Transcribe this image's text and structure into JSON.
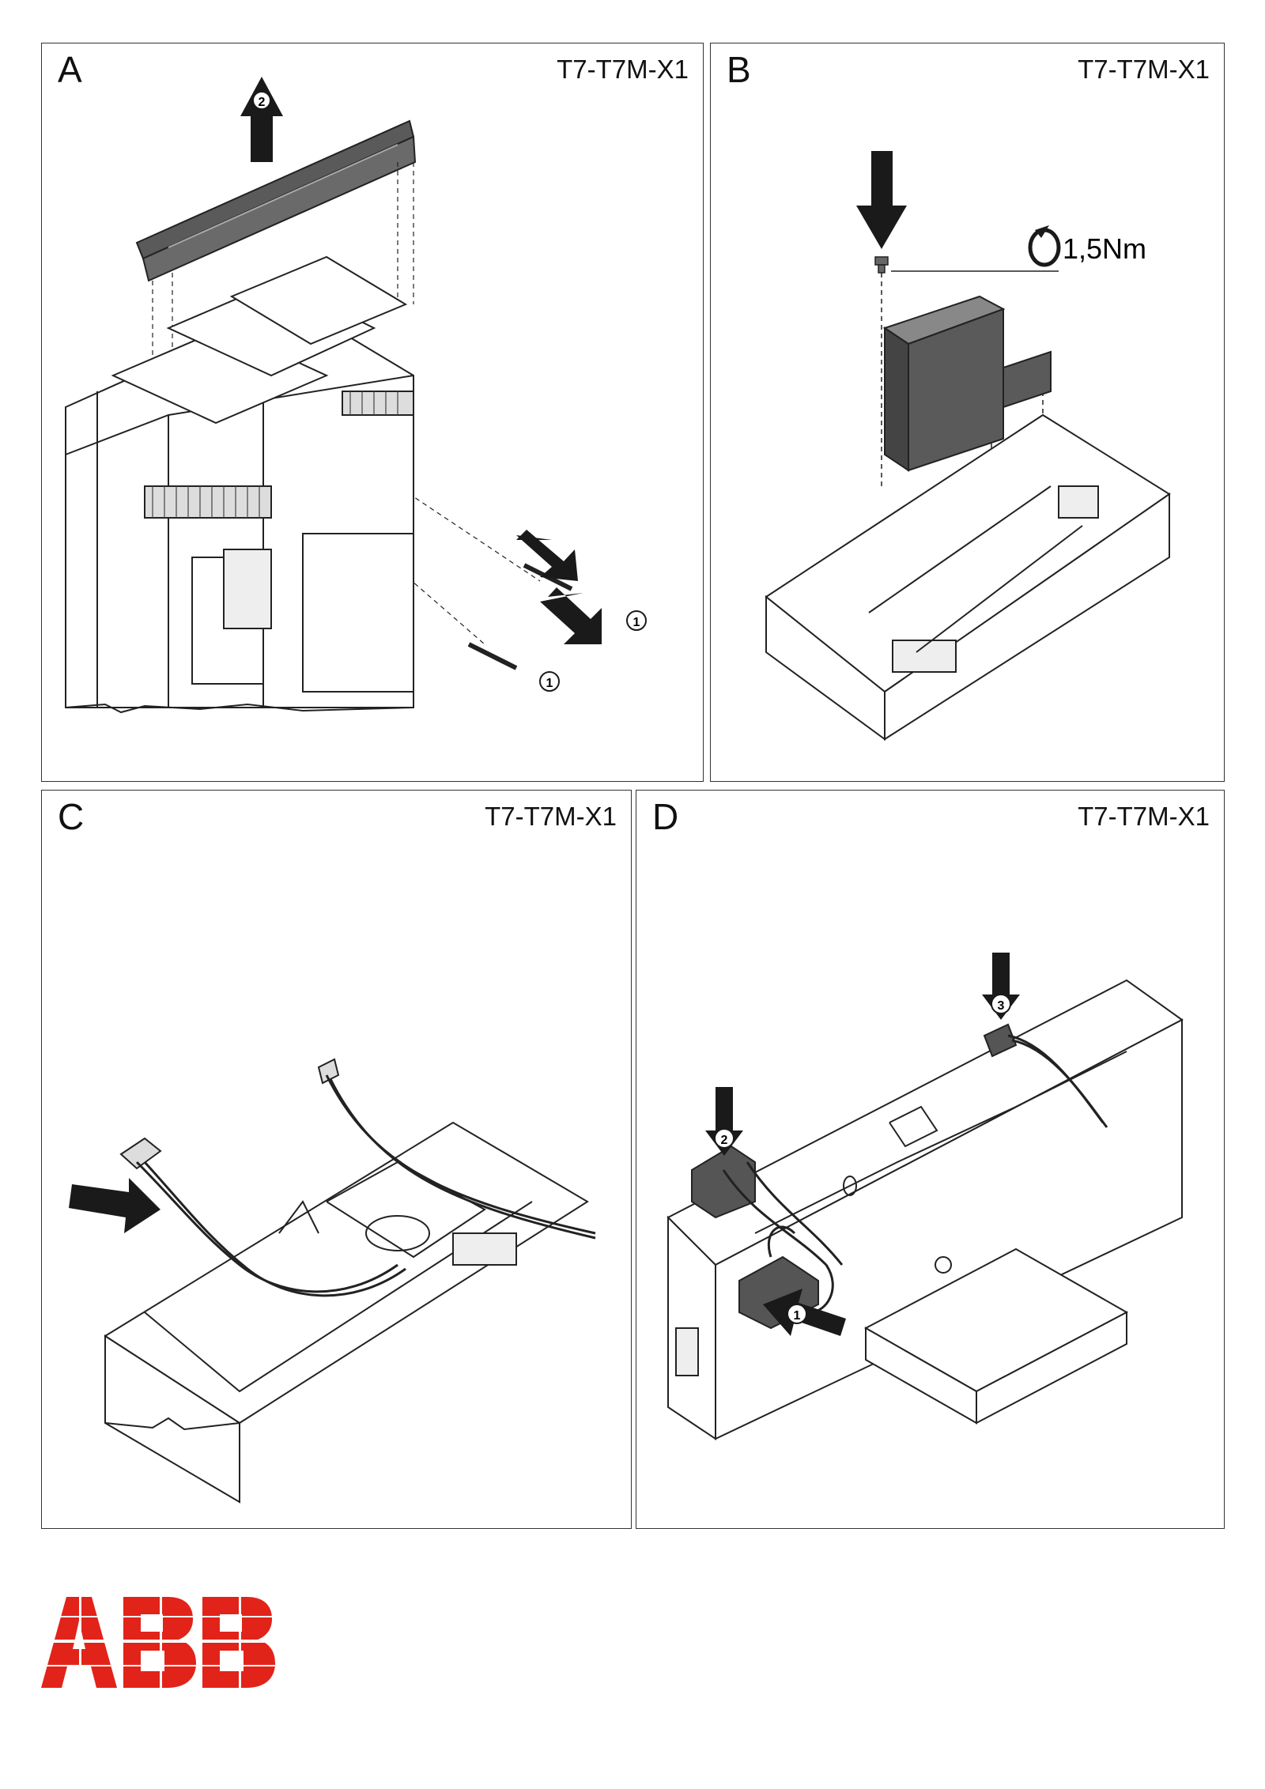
{
  "panels": [
    {
      "letter": "A",
      "model": "T7-T7M-X1",
      "steps": [
        "2",
        "1",
        "1"
      ]
    },
    {
      "letter": "B",
      "model": "T7-T7M-X1",
      "torque": "1,5Nm"
    },
    {
      "letter": "C",
      "model": "T7-T7M-X1"
    },
    {
      "letter": "D",
      "model": "T7-T7M-X1",
      "steps": [
        "1",
        "2",
        "3"
      ]
    }
  ],
  "logo": {
    "text": "ABB",
    "color": "#e2231a"
  },
  "colors": {
    "line": "#222222",
    "dark_part": "#5a5a5a",
    "arrow": "#1a1a1a"
  },
  "icons": [
    "up-arrow-icon",
    "down-arrow-icon",
    "torque-rotation-icon",
    "abb-logo-icon"
  ]
}
